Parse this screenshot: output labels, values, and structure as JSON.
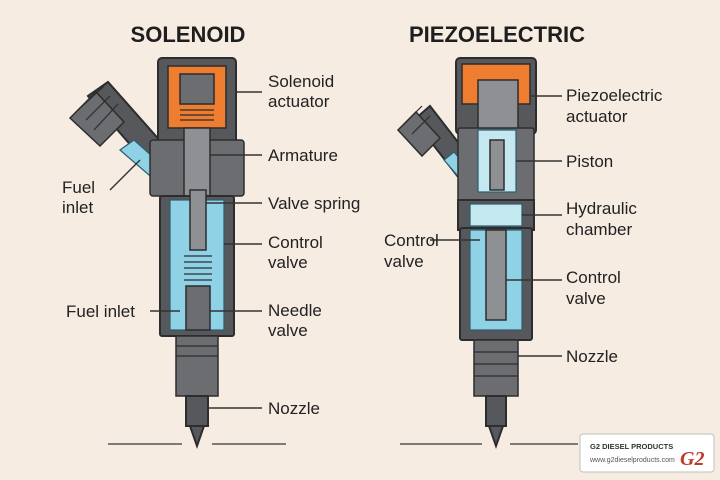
{
  "solenoid": {
    "title": "SOLENOID",
    "labels": {
      "actuator_l1": "Solenoid",
      "actuator_l2": "actuator",
      "armature": "Armature",
      "fuel_inlet_l1": "Fuel",
      "fuel_inlet_l2": "inlet",
      "valve_spring": "Valve spring",
      "control_valve_l1": "Control",
      "control_valve_l2": "valve",
      "fuel_inlet2": "Fuel inlet",
      "needle_valve_l1": "Needle",
      "needle_valve_l2": "valve",
      "nozzle": "Nozzle"
    }
  },
  "piezo": {
    "title": "PIEZOELECTRIC",
    "labels": {
      "actuator_l1": "Piezoelectric",
      "actuator_l2": "actuator",
      "piston": "Piston",
      "hydraulic_l1": "Hydraulic",
      "hydraulic_l2": "chamber",
      "control_left_l1": "Control",
      "control_left_l2": "valve",
      "control_right_l1": "Control",
      "control_right_l2": "valve",
      "nozzle": "Nozzle"
    }
  },
  "badge": {
    "name": "G2 DIESEL PRODUCTS",
    "url": "www.g2dieselproducts.com",
    "logo": "G2"
  },
  "colors": {
    "background": "#f6ece2",
    "body": "#56585b",
    "fuel": "#8fd2e6",
    "actuator": "#ee7d2f"
  }
}
